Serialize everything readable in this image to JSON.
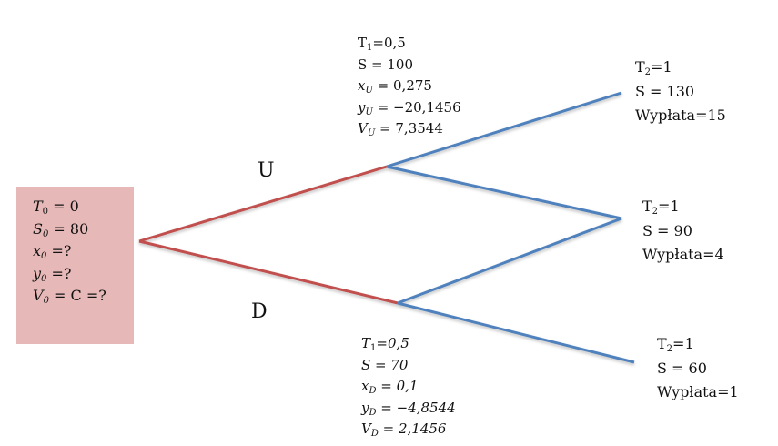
{
  "root": {
    "lines": [
      {
        "m": "T",
        "s": "0",
        "r": " = 0",
        "italic": true
      },
      {
        "m": "S",
        "s": "0",
        "r": " = 80",
        "italic": true
      },
      {
        "m": "x",
        "s": "0",
        "r": " =?",
        "italic": true
      },
      {
        "m": "y",
        "s": "0",
        "r": " =?",
        "italic": true
      },
      {
        "m": "V",
        "s": "0",
        "r": " = C =?",
        "italic": true
      }
    ]
  },
  "labels": {
    "up": "U",
    "down": "D"
  },
  "up_node": {
    "lines": [
      {
        "m": "T",
        "s": "1",
        "r": "=0,5",
        "italic": false
      },
      {
        "m": "S",
        "s": "",
        "r": " = 100",
        "italic": false
      },
      {
        "m": "x",
        "s": "U",
        "r": " = 0,275",
        "italic": true
      },
      {
        "m": "y",
        "s": "U",
        "r": " = −20,1456",
        "italic": true
      },
      {
        "m": "V",
        "s": "U",
        "r": " = 7,3544",
        "italic": true
      }
    ]
  },
  "down_node": {
    "lines": [
      {
        "m": "T",
        "s": "1",
        "r": "=0,5",
        "italic": true
      },
      {
        "m": "S",
        "s": "",
        "r": " = 70",
        "italic": true
      },
      {
        "m": "x",
        "s": "D",
        "r": " = 0,1",
        "italic": true
      },
      {
        "m": "y",
        "s": "D",
        "r": " = −4,8544",
        "italic": true
      },
      {
        "m": "V",
        "s": "D",
        "r": " = 2,1456",
        "italic": true
      }
    ]
  },
  "leaves": [
    {
      "lines": [
        {
          "m": "T",
          "s": "2",
          "r": "=1"
        },
        {
          "m": "S",
          "s": "",
          "r": " = 130"
        },
        {
          "m": "Wypłata=15",
          "s": "",
          "r": ""
        }
      ]
    },
    {
      "lines": [
        {
          "m": "T",
          "s": "2",
          "r": "=1"
        },
        {
          "m": "S",
          "s": "",
          "r": " = 90"
        },
        {
          "m": "Wypłata=4",
          "s": "",
          "r": ""
        }
      ]
    },
    {
      "lines": [
        {
          "m": "T",
          "s": "2",
          "r": "=1"
        },
        {
          "m": "S",
          "s": "",
          "r": " = 60"
        },
        {
          "m": "Wypłata=1",
          "s": "",
          "r": ""
        }
      ]
    }
  ],
  "colors": {
    "red": "#c0504d",
    "blue": "#4f81bd",
    "box": "#e6b9b8"
  }
}
